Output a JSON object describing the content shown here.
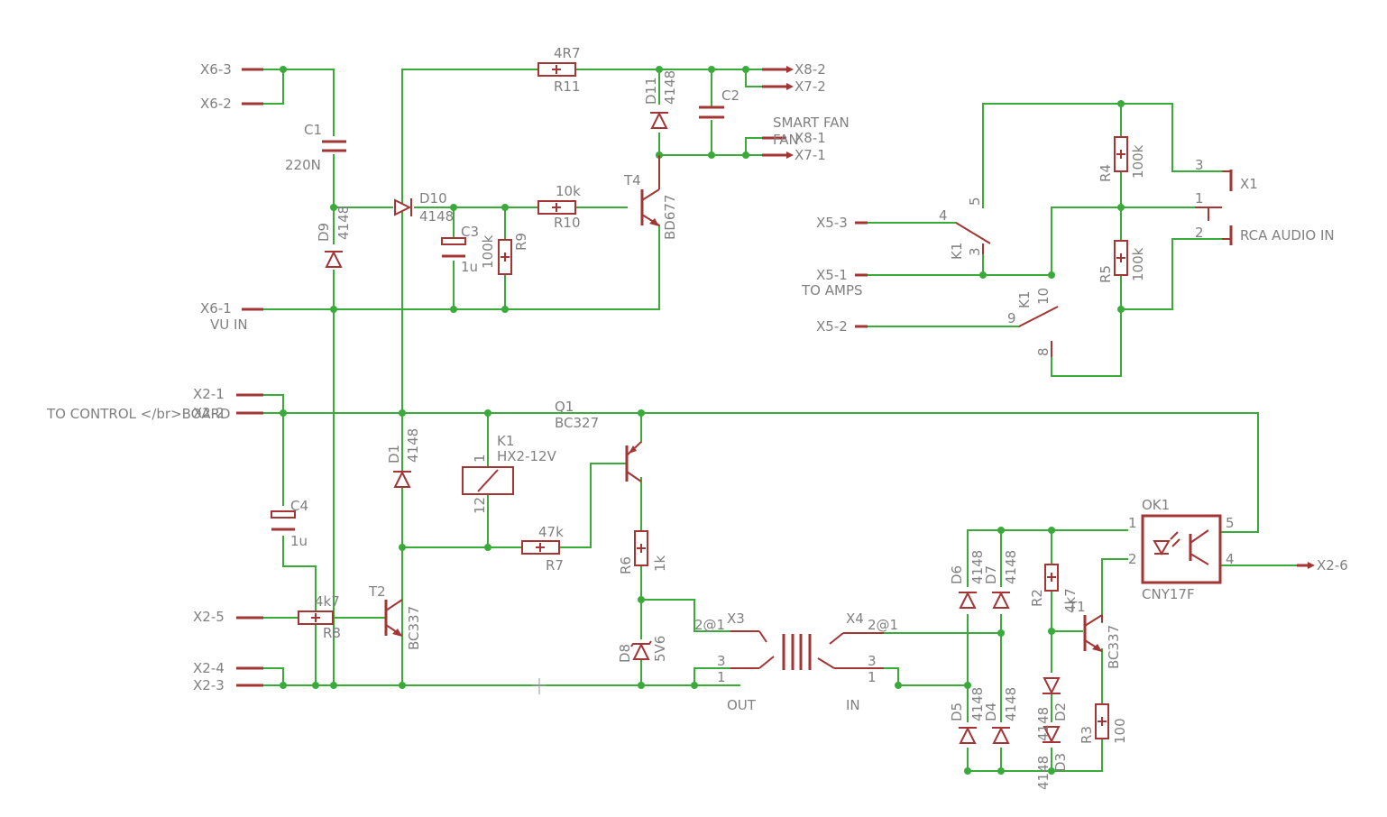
{
  "connectors": {
    "x6_3": "X6-3",
    "x6_2": "X6-2",
    "x6_1": "X6-1",
    "x8_2": "X8-2",
    "x7_2": "X7-2",
    "x8_1": "X8-1",
    "x7_1": "X7-1",
    "x5_3": "X5-3",
    "x5_1": "X5-1",
    "x5_2": "X5-2",
    "x2_1": "X2-1",
    "x2_2": "X2-2",
    "x2_5": "X2-5",
    "x2_4": "X2-4",
    "x2_3": "X2-3",
    "x2_6": "X2-6",
    "x3": "X3",
    "x4": "X4",
    "x1": "X1"
  },
  "labels": {
    "vu_in": "VU IN",
    "smart_fan": "SMART FAN",
    "fan": "FAN",
    "to_amps": "TO AMPS",
    "to_control": "TO CONTROL </br>BOARD",
    "rca_audio_in": "RCA AUDIO IN",
    "out": "OUT",
    "in": "IN"
  },
  "components": {
    "c1": {
      "name": "C1",
      "value": "220N"
    },
    "c2": {
      "name": "C2"
    },
    "c3": {
      "name": "C3",
      "value": "1u"
    },
    "c4": {
      "name": "C4",
      "value": "1u"
    },
    "d1": {
      "name": "D1",
      "value": "4148"
    },
    "d2": {
      "name": "D2",
      "value": "4148"
    },
    "d3": {
      "name": "D3",
      "value": "4148"
    },
    "d4": {
      "name": "D4",
      "value": "4148"
    },
    "d5": {
      "name": "D5",
      "value": "4148"
    },
    "d6": {
      "name": "D6",
      "value": "4148"
    },
    "d7": {
      "name": "D7",
      "value": "4148"
    },
    "d8": {
      "name": "D8",
      "value": "5V6"
    },
    "d9": {
      "name": "D9",
      "value": "4148"
    },
    "d10": {
      "name": "D10",
      "value": "4148"
    },
    "d11": {
      "name": "D11",
      "value": "4148"
    },
    "r2": {
      "name": "R2",
      "value": "4k7"
    },
    "r3": {
      "name": "R3",
      "value": "100"
    },
    "r4": {
      "name": "R4",
      "value": "100k"
    },
    "r5": {
      "name": "R5",
      "value": "100k"
    },
    "r6": {
      "name": "R6",
      "value": "1k"
    },
    "r7": {
      "name": "R7",
      "value": "47k"
    },
    "r8": {
      "name": "R8",
      "value": "4k7"
    },
    "r9": {
      "name": "R9",
      "value": "100k"
    },
    "r10": {
      "name": "R10",
      "value": "10k"
    },
    "r11": {
      "name": "R11",
      "value": "4R7"
    },
    "t1": {
      "name": "T1",
      "value": "BC337"
    },
    "t2": {
      "name": "T2",
      "value": "BC337"
    },
    "t4": {
      "name": "T4",
      "value": "BD677"
    },
    "q1": {
      "name": "Q1",
      "value": "BC327"
    },
    "k1": {
      "name": "K1",
      "value": "HX2-12V"
    },
    "ok1": {
      "name": "OK1",
      "value": "CNY17F"
    }
  },
  "pins": {
    "p1": "1",
    "p2": "2",
    "p3": "3",
    "p4": "4",
    "p5": "5",
    "p8": "8",
    "p9": "9",
    "p10": "10",
    "p12": "12",
    "p2at1": "2@1"
  },
  "colors": {
    "wire": "#3aab3a",
    "part": "#a33535",
    "text": "#808080",
    "background": "#ffffff"
  }
}
